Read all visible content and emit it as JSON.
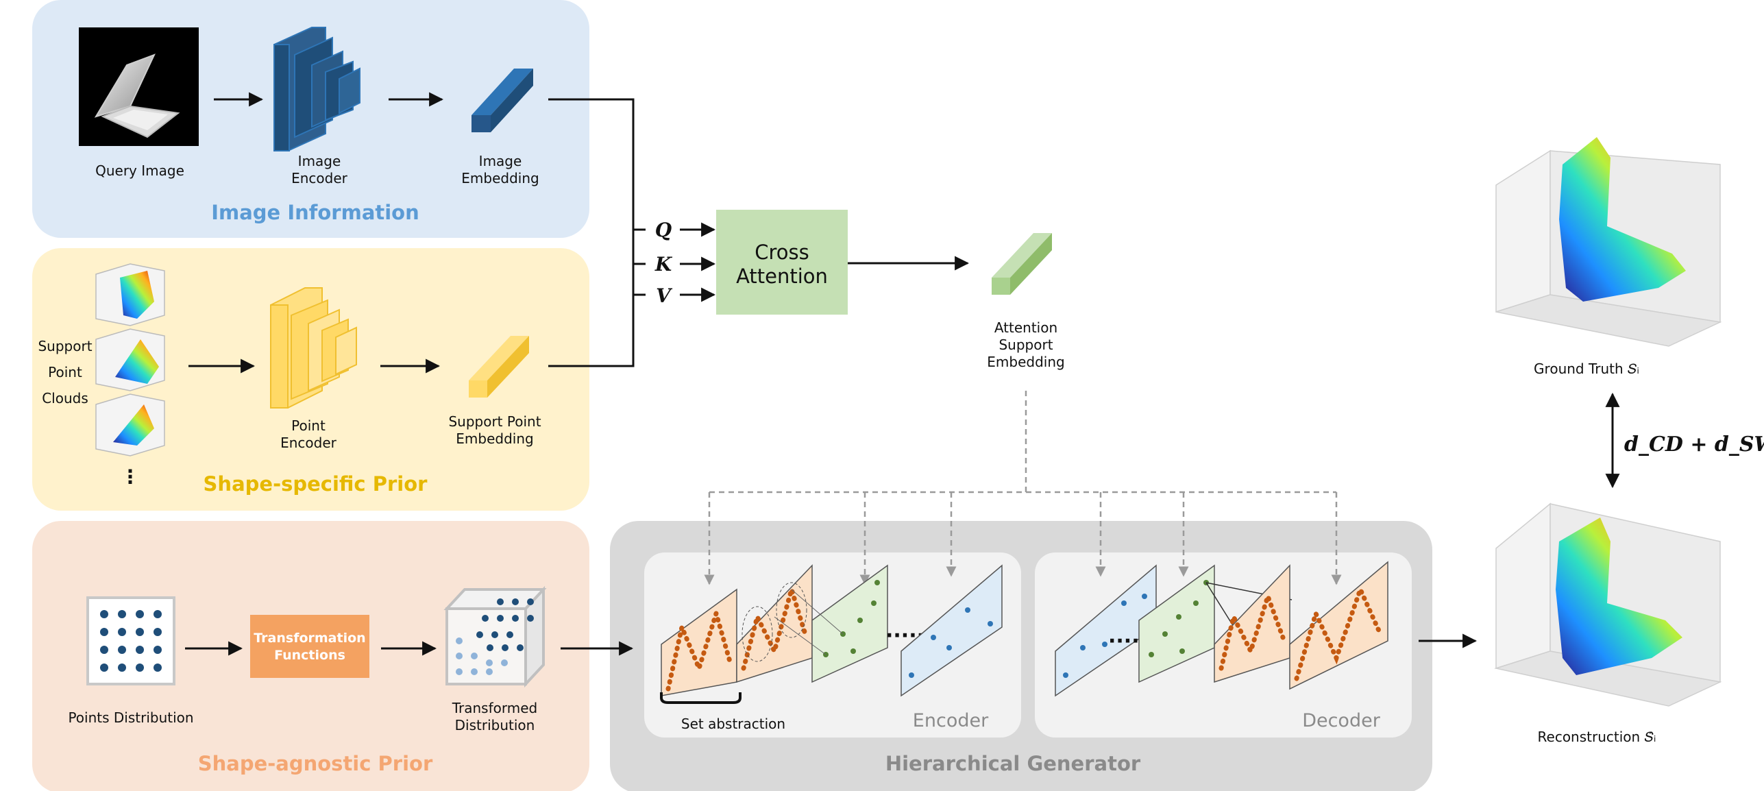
{
  "sections": {
    "image_information": "Image Information",
    "shape_specific_prior": "Shape-specific Prior",
    "shape_agnostic_prior": "Shape-agnostic Prior",
    "hierarchical_generator": "Hierarchical Generator"
  },
  "labels": {
    "query_image": "Query Image",
    "image_encoder": [
      "Image",
      "Encoder"
    ],
    "image_embedding": [
      "Image",
      "Embedding"
    ],
    "support_point_clouds": [
      "Support",
      "Point",
      "Clouds"
    ],
    "ellipsis": "⋮",
    "point_encoder": [
      "Point",
      "Encoder"
    ],
    "support_point_embedding": [
      "Support Point",
      "Embedding"
    ],
    "points_distribution": "Points Distribution",
    "transformation_functions": [
      "Transformation",
      "Functions"
    ],
    "transformed_distribution": [
      "Transformed",
      "Distribution"
    ],
    "cross_attention": [
      "Cross",
      "Attention"
    ],
    "q": "Q",
    "k": "K",
    "v": "V",
    "attention_support_embedding": [
      "Attention",
      "Support",
      "Embedding"
    ],
    "set_abstraction": "Set abstraction",
    "encoder": "Encoder",
    "decoder": "Decoder",
    "ground_truth": "Ground Truth 𝑆ᵢ",
    "reconstruction": "Reconstruction 𝑆̂ᵢ",
    "distance": "d_CD + d_SWD"
  },
  "dots_label": "·····",
  "colors": {
    "image_panel": "#dde9f6",
    "image_title": "#5b9bd5",
    "shape_specific_panel": "#fff2cc",
    "shape_specific_title": "#e6b800",
    "shape_agnostic_panel": "#f9e4d6",
    "shape_agnostic_title": "#f4a672",
    "generator_panel": "#d9d9d9",
    "cross_attention": "#c5e0b4",
    "encoder_blue": "#1f4e79",
    "encoder_yellow": "#ffd966",
    "transformation": "#f4a261",
    "embedding_green": "#a9d18e"
  }
}
